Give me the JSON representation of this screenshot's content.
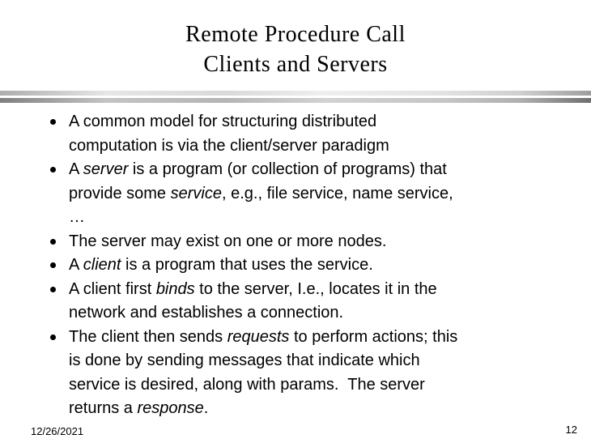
{
  "slide": {
    "title_line1": "Remote Procedure Call",
    "title_line2": "Clients and Servers",
    "colors": {
      "background": "#ffffff",
      "title_text": "#000000",
      "body_text": "#000000",
      "rule_light": "#d9d9d9",
      "rule_dark": "#8f8f8f"
    },
    "bullets": [
      {
        "lines": [
          [
            {
              "text": "A common model for structuring distributed",
              "italic": false
            }
          ],
          [
            {
              "text": "computation is via the client/server paradigm",
              "italic": false
            }
          ]
        ]
      },
      {
        "lines": [
          [
            {
              "text": "A ",
              "italic": false
            },
            {
              "text": "server",
              "italic": true
            },
            {
              "text": " is a program (or collection of programs) that",
              "italic": false
            }
          ],
          [
            {
              "text": "provide some ",
              "italic": false
            },
            {
              "text": "service",
              "italic": true
            },
            {
              "text": ", e.g., file service, name service,",
              "italic": false
            }
          ],
          [
            {
              "text": "…",
              "italic": false
            }
          ]
        ]
      },
      {
        "lines": [
          [
            {
              "text": "The server may exist on one or more nodes.",
              "italic": false
            }
          ]
        ]
      },
      {
        "lines": [
          [
            {
              "text": "A ",
              "italic": false
            },
            {
              "text": "client",
              "italic": true
            },
            {
              "text": " is a program that uses the service.",
              "italic": false
            }
          ]
        ]
      },
      {
        "lines": [
          [
            {
              "text": "A client first ",
              "italic": false
            },
            {
              "text": "binds",
              "italic": true
            },
            {
              "text": " to the server, I.e., locates it in the",
              "italic": false
            }
          ],
          [
            {
              "text": "network and establishes a connection.",
              "italic": false
            }
          ]
        ]
      },
      {
        "lines": [
          [
            {
              "text": "The client then sends ",
              "italic": false
            },
            {
              "text": "requests",
              "italic": true
            },
            {
              "text": " to perform actions; this",
              "italic": false
            }
          ],
          [
            {
              "text": "is done by sending messages that indicate which",
              "italic": false
            }
          ],
          [
            {
              "text": "service is desired, along with params.  The server",
              "italic": false
            }
          ],
          [
            {
              "text": "returns a ",
              "italic": false
            },
            {
              "text": "response",
              "italic": true
            },
            {
              "text": ".",
              "italic": false
            }
          ]
        ]
      }
    ],
    "footer": {
      "date": "12/26/2021",
      "page_number": "12"
    }
  }
}
